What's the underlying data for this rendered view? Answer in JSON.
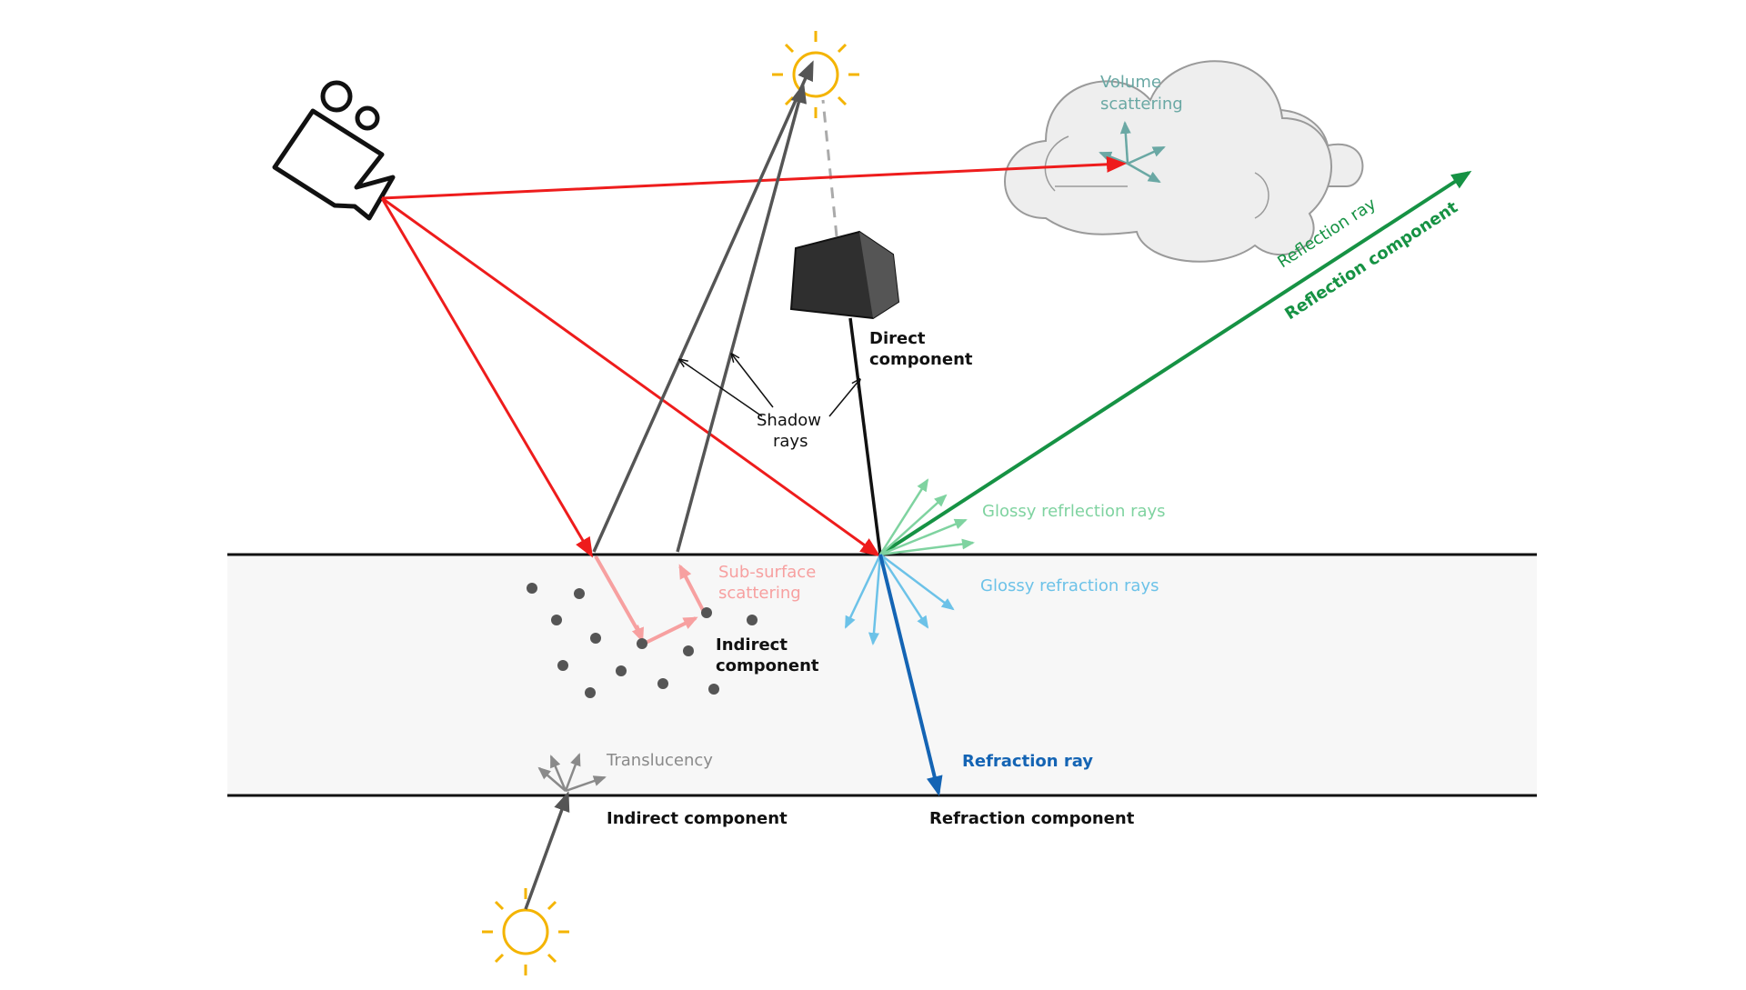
{
  "labels": {
    "volume_scattering_1": "Volume",
    "volume_scattering_2": "scattering",
    "shadow_rays_1": "Shadow",
    "shadow_rays_2": "rays",
    "direct_component_1": "Direct",
    "direct_component_2": "component",
    "reflection_ray": "Reflection ray",
    "reflection_component": "Reflection component",
    "glossy_reflection_rays": "Glossy refrlection rays",
    "glossy_refraction_rays": "Glossy refraction rays",
    "sub_surface_scattering_1": "Sub-surface",
    "sub_surface_scattering_2": "scattering",
    "indirect_component_inside_1": "Indirect",
    "indirect_component_inside_2": "component",
    "translucency": "Translucency",
    "refraction_ray": "Refraction ray",
    "indirect_component_bottom": "Indirect component",
    "refraction_component": "Refraction component"
  },
  "colors": {
    "camera_ray": "#ee1c1c",
    "shadow_ray": "#555555",
    "direct_ray": "#111111",
    "reflection": "#169244",
    "glossy_reflection": "#7fd3a0",
    "glossy_refraction": "#6cc2e8",
    "refraction": "#1464b4",
    "subsurface": "#f7a0a0",
    "volume": "#6aa8a4",
    "translucency": "#8a8a8a",
    "sun": "#f4b400",
    "slab_fill": "#f7f7f7",
    "cloud_fill": "#eeeeee",
    "object_fill": "#333333"
  },
  "icons": [
    "camera-icon",
    "sun-icon",
    "cloud-icon",
    "object-icon"
  ]
}
